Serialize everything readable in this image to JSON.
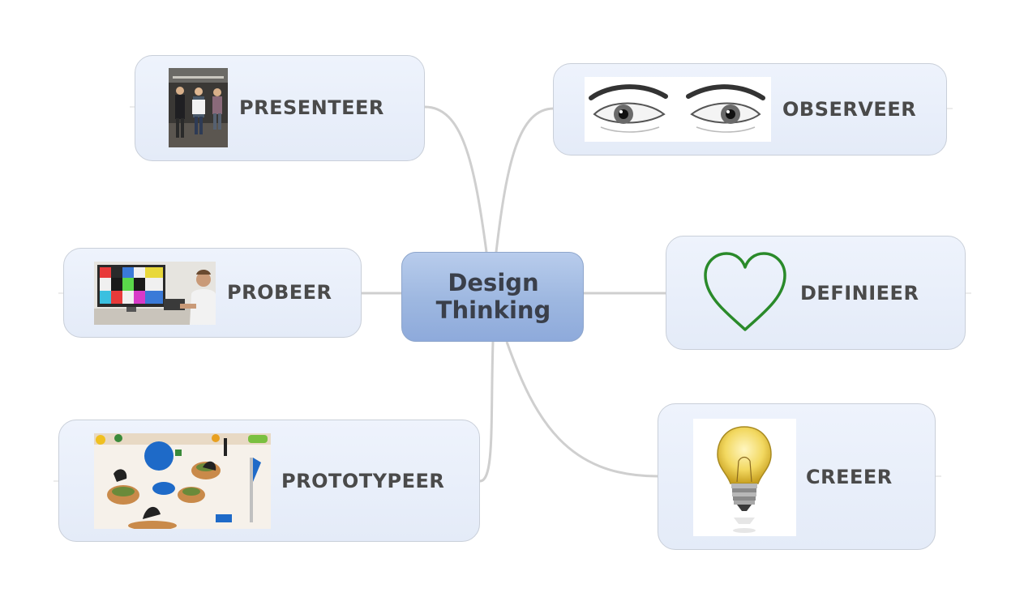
{
  "central_topic": {
    "line1": "Design",
    "line2": "Thinking"
  },
  "branches": [
    {
      "id": "presenteer",
      "label": "PRESENTEER",
      "image": "people-presenting-photo"
    },
    {
      "id": "observeer",
      "label": "OBSERVEER",
      "image": "eyes-picture"
    },
    {
      "id": "probeer",
      "label": "PROBEER",
      "image": "person-at-computer-photo"
    },
    {
      "id": "definieer",
      "label": "DEFINIEER",
      "image": "heart-icon"
    },
    {
      "id": "prototypeer",
      "label": "PROTOTYPEER",
      "image": "prototype-models-photo"
    },
    {
      "id": "creeer",
      "label": "CREEER",
      "image": "light-bulb-icon"
    }
  ],
  "colors": {
    "node_bg": "#e8eefa",
    "center_bg": "#9db7e0",
    "line": "#c8c8c8",
    "text": "#4a4a4a",
    "heart": "#2a8a2a"
  }
}
